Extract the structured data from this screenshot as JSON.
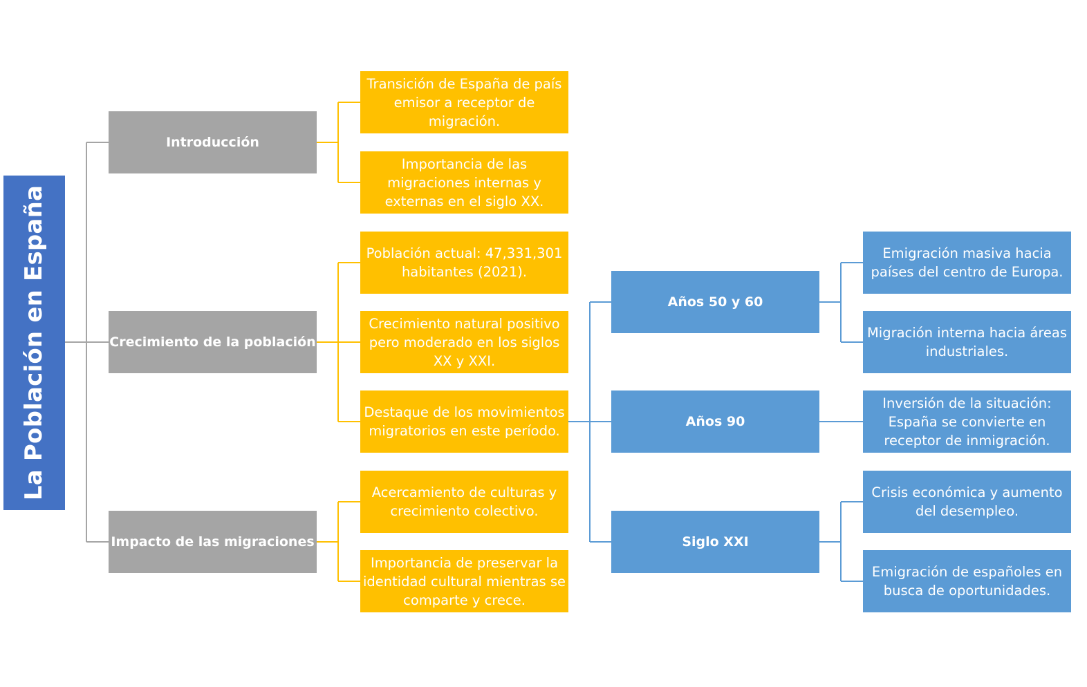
{
  "title": "La Población en España",
  "colors": {
    "root": "#4472c4",
    "section": "#a5a5a5",
    "detail": "#ffc000",
    "period": "#5b9bd5",
    "connector_gray": "#a5a5a5",
    "connector_gold": "#ffc000",
    "connector_blue": "#5b9bd5"
  },
  "sections": [
    {
      "label": "Introducción",
      "details": [
        "Transición de España de país emisor a receptor de migración.",
        "Importancia de las migraciones internas y externas en el siglo XX."
      ]
    },
    {
      "label": "Crecimiento de la población",
      "details": [
        "Población actual: 47,331,301 habitantes (2021).",
        "Crecimiento natural positivo pero moderado en los siglos XX y XXI.",
        "Destaque de los movimientos migratorios en este período."
      ]
    },
    {
      "label": "Impacto de las migraciones",
      "details": [
        "Acercamiento de culturas y crecimiento colectivo.",
        "Importancia de preservar la identidad cultural mientras se comparte y crece."
      ]
    }
  ],
  "periods": [
    {
      "label": "Años 50 y 60",
      "details": [
        "Emigración masiva hacia países del centro de Europa.",
        "Migración interna hacia áreas industriales."
      ]
    },
    {
      "label": "Años 90",
      "details": [
        "Inversión de la situación: España se convierte en receptor de inmigración."
      ]
    },
    {
      "label": "Siglo XXI",
      "details": [
        "Crisis económica y aumento del desempleo.",
        "Emigración de españoles en busca de oportunidades."
      ]
    }
  ]
}
